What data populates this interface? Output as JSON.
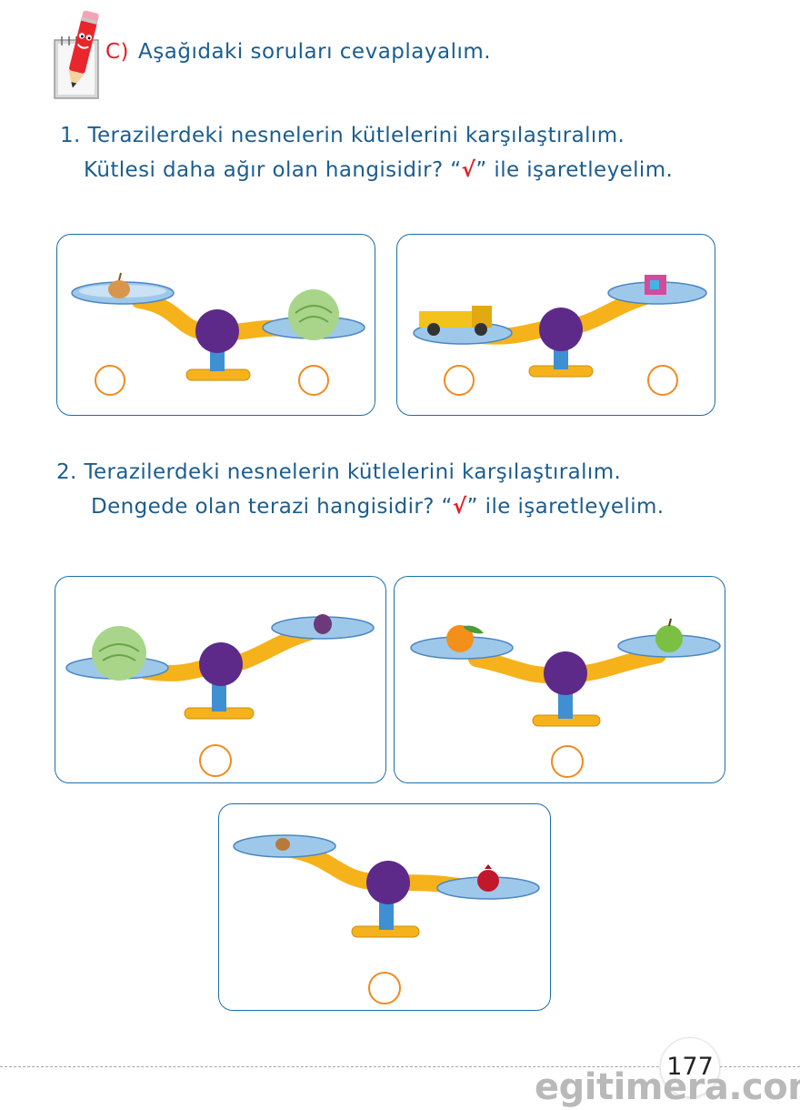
{
  "section": {
    "letter": "C)",
    "title": "Aşağıdaki soruları cevaplayalım."
  },
  "questions": [
    {
      "number": "1.",
      "line1": "Terazilerdeki nesnelerin kütlelerini karşılaştıralım.",
      "line2_pre": "Kütlesi daha ağır olan hangisidir? “",
      "line2_mark": "√",
      "line2_post": "” ile işaretleyelim."
    },
    {
      "number": "2.",
      "line1": "Terazilerdeki nesnelerin kütlelerini karşılaştıralım.",
      "line2_pre": "Dengede olan terazi hangisidir? “",
      "line2_mark": "√",
      "line2_post": "” ile işaretleyelim."
    }
  ],
  "page_number": "177",
  "watermark": "egitimera.com",
  "colors": {
    "text": "#1b5d8f",
    "accent_red": "#e21f26",
    "beam": "#f6b21a",
    "pivot": "#5d2a8a",
    "pan": "#9ec8ea",
    "answer_circle": "#f08a1e",
    "card_border": "#1b6fa8"
  }
}
